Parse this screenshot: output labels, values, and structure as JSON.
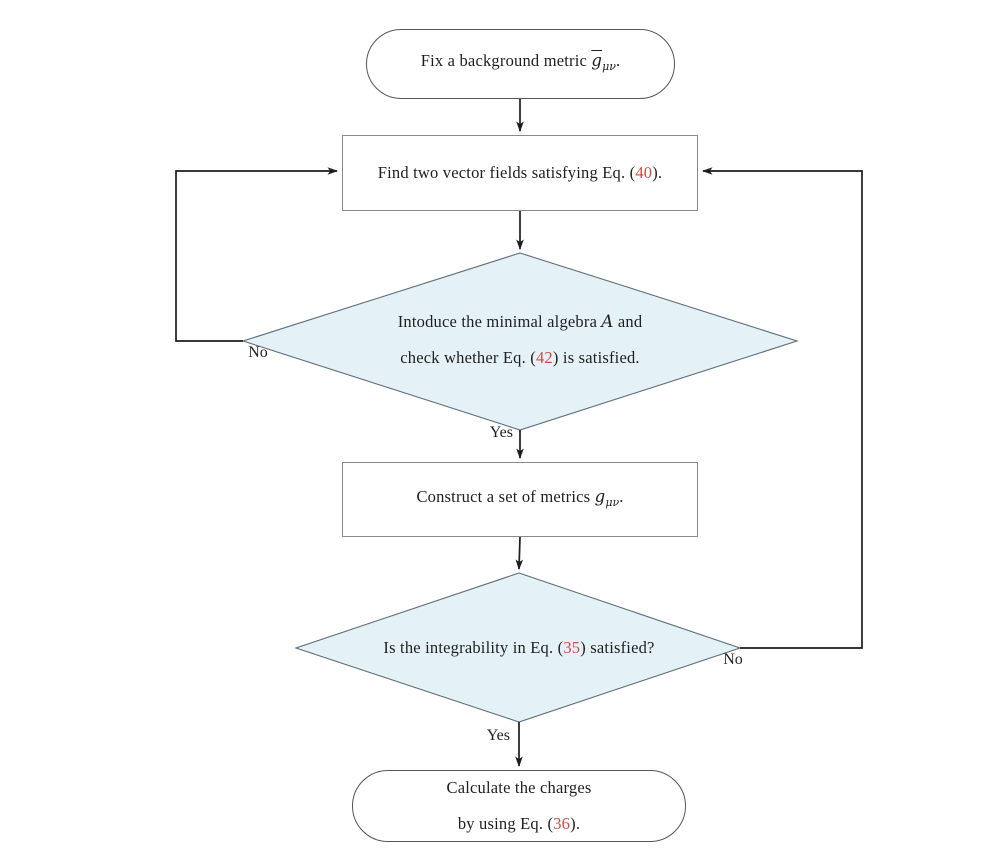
{
  "colors": {
    "background": "#ffffff",
    "text": "#1f1f1f",
    "eq_ref": "#d04b42",
    "diamond_fill": "#e4f1f7",
    "diamond_stroke": "#5f6e78",
    "rect_border": "#8a8a8a",
    "stadium_border": "#555555",
    "line": "#1c1c1c"
  },
  "nodes": {
    "start": {
      "pre": "Fix a background metric ",
      "gbar": "g",
      "sub": "μν",
      "post": "."
    },
    "find": {
      "pre": "Find two vector fields satisfying Eq. (",
      "eq": "40",
      "post": ")."
    },
    "algebra": {
      "l1pre": "Intoduce the minimal algebra ",
      "l1cal": "A",
      "l1post": " and",
      "l2pre": "check whether Eq. (",
      "l2eq": "42",
      "l2post": ") is satisfied."
    },
    "construct": {
      "pre": "Construct a set of metrics ",
      "g": "g",
      "sub": "μν",
      "post": "."
    },
    "integrability": {
      "pre": "Is the integrability in Eq. (",
      "eq": "35",
      "post": ") satisfied?"
    },
    "calculate": {
      "l1": "Calculate the charges",
      "l2pre": "by using Eq. (",
      "l2eq": "36",
      "l2post": ")."
    }
  },
  "edge_labels": {
    "algebra_no": "No",
    "algebra_yes": "Yes",
    "integrability_no": "No",
    "integrability_yes": "Yes"
  }
}
